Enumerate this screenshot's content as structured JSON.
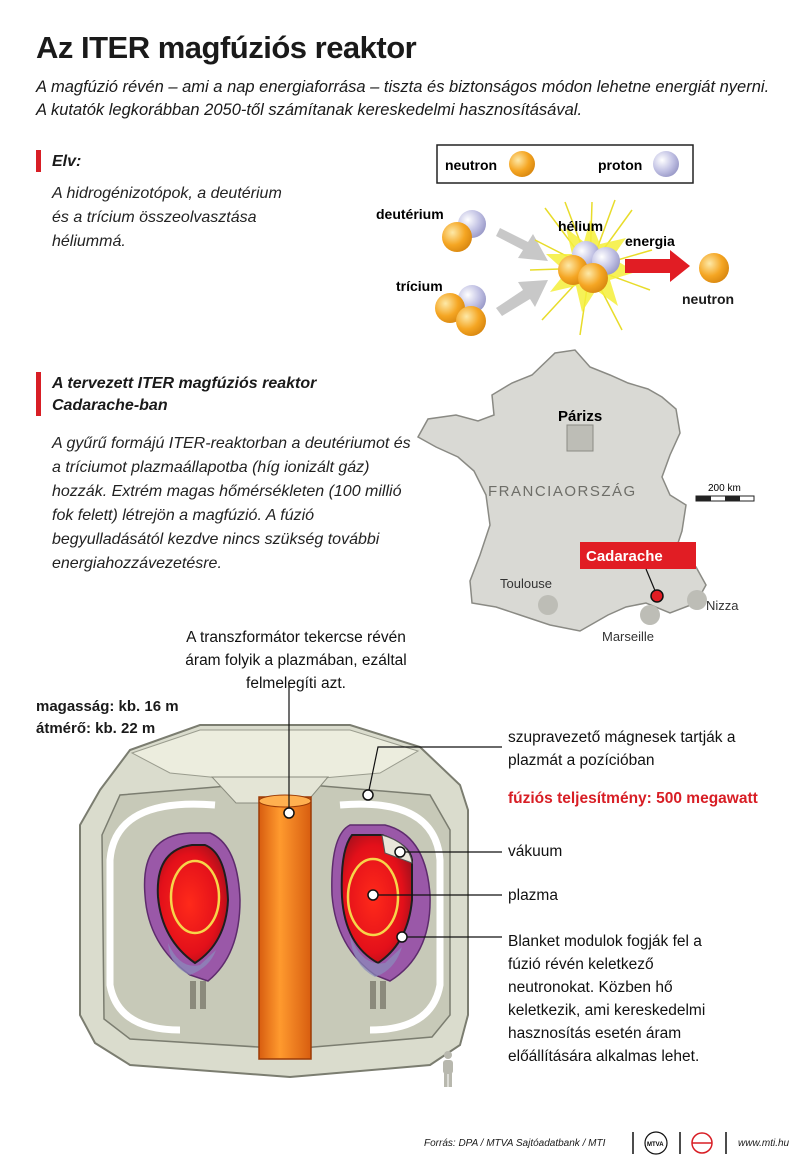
{
  "title": "Az ITER magfúziós reaktor",
  "subtitle": "A magfúzió révén – ami a nap energiaforrása – tiszta és biztonságos módon lehetne energiát nyerni. A kutatók legkorábban 2050-től számítanak kereskedelmi hasznosításával.",
  "principle": {
    "heading": "Elv:",
    "text": "A hidrogénizotópok, a deutérium és a trícium összeolvasztása héliummá."
  },
  "fusion_diagram": {
    "legend_neutron": "neutron",
    "legend_proton": "proton",
    "deuterium": "deutérium",
    "tritium": "trícium",
    "helium": "hélium",
    "energy": "energia",
    "neutron_out": "neutron",
    "colors": {
      "neutron": "#f5a623",
      "proton": "#b9b9dd",
      "arrow": "#e11d24",
      "burst": "#f4ef3a"
    }
  },
  "planned": {
    "heading_line1": "A tervezett ITER magfúziós reaktor",
    "heading_line2": "Cadarache-ban",
    "text": "A gyűrű formájú ITER-reaktorban a deutériumot és a tríciumot plazmaállapotba (híg ionizált gáz) hozzák. Extrém magas hőmérsékleten (100 millió fok felett) létrejön a magfúzió. A fúzió begyulladásától kezdve nincs szükség további energiahozzávezetésre."
  },
  "map": {
    "country": "FRANCIAORSZÁG",
    "paris": "Párizs",
    "scale": "200 km",
    "cadarache": "Cadarache",
    "toulouse": "Toulouse",
    "marseille": "Marseille",
    "nizza": "Nizza"
  },
  "reactor": {
    "transformer_note": "A transzformátor tekercse révén áram folyik a plazmában, ezáltal felmelegíti azt.",
    "height": "magasság: kb. 16 m",
    "diameter": "átmérő: kb. 22 m",
    "magnets_note": "szupravezető mágnesek tartják a plazmát a pozícióban",
    "power": "fúziós teljesítmény: 500 megawatt",
    "vacuum": "vákuum",
    "plasma": "plazma",
    "blanket_note": "Blanket modulok fogják fel a fúzió révén keletkező neutronokat. Közben hő keletkezik, ami kereskedelmi hasznosítás esetén áram előállítására alkalmas lehet."
  },
  "footer": {
    "source": "Forrás: DPA / MTVA Sajtóadatbank / MTI",
    "logo1": "MTVA",
    "website": "www.mti.hu"
  }
}
